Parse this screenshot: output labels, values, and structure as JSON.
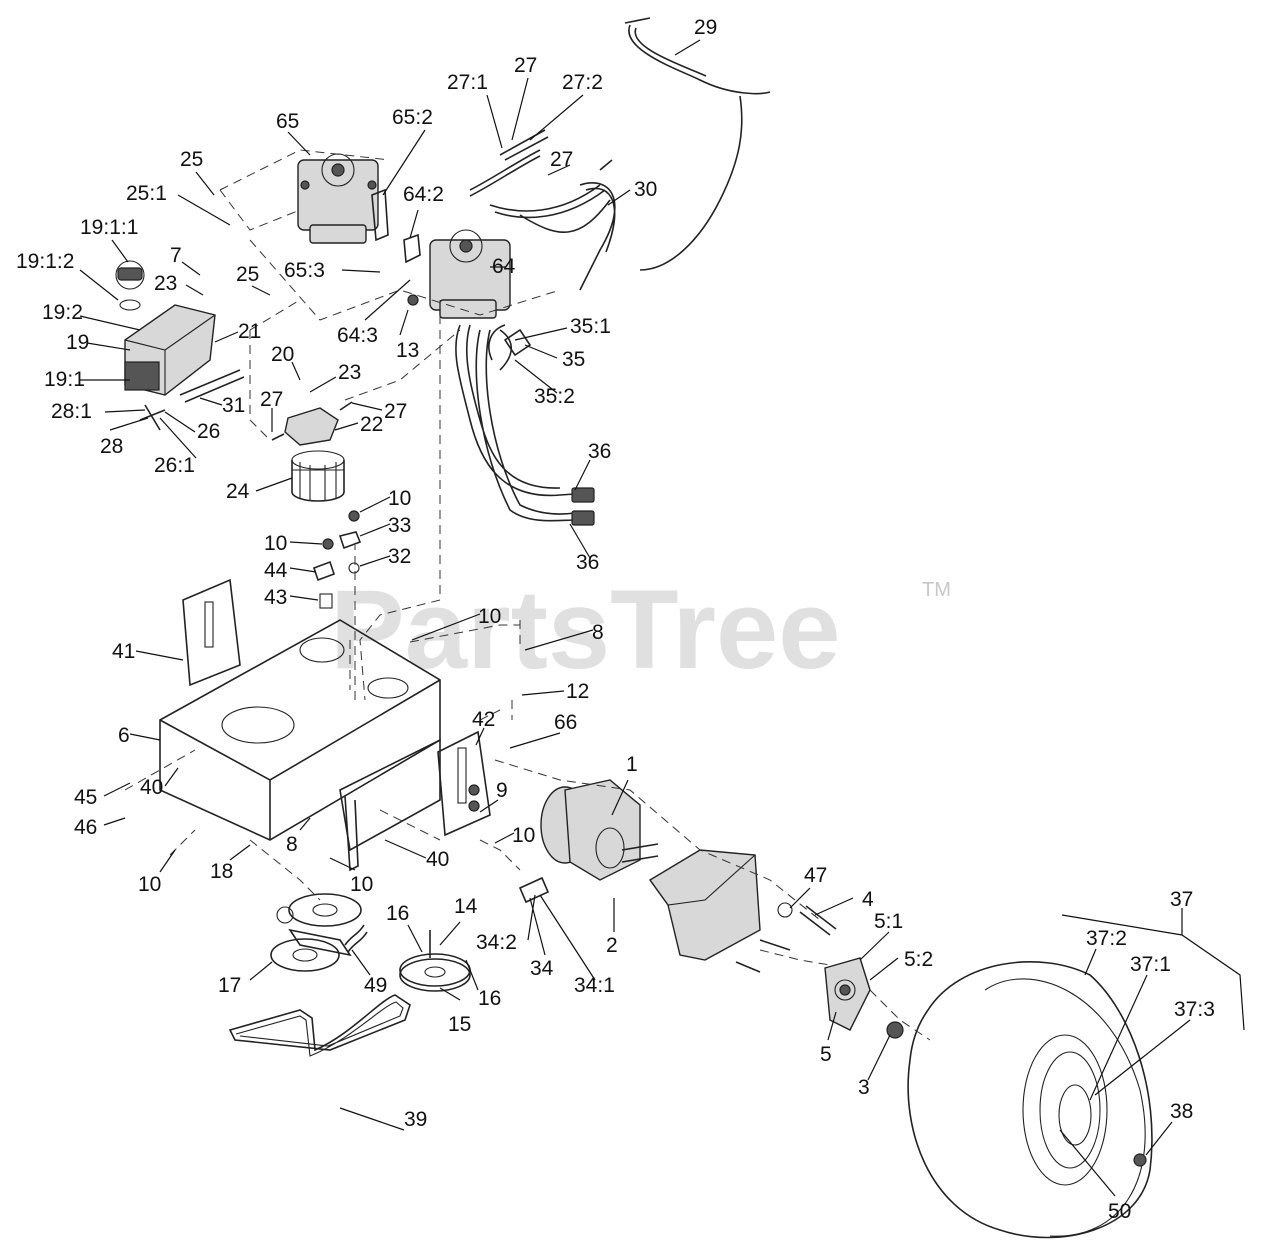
{
  "watermark": {
    "text": "PartsTree",
    "trademark": "TM"
  },
  "labels": [
    {
      "id": "29",
      "text": "29"
    },
    {
      "id": "27:1",
      "text": "27:1"
    },
    {
      "id": "27-top",
      "text": "27"
    },
    {
      "id": "27:2",
      "text": "27:2"
    },
    {
      "id": "65",
      "text": "65"
    },
    {
      "id": "65:2",
      "text": "65:2"
    },
    {
      "id": "25-top",
      "text": "25"
    },
    {
      "id": "25:1",
      "text": "25:1"
    },
    {
      "id": "27-mid",
      "text": "27"
    },
    {
      "id": "30",
      "text": "30"
    },
    {
      "id": "19:1:1",
      "text": "19:1:1"
    },
    {
      "id": "64:2",
      "text": "64:2"
    },
    {
      "id": "7",
      "text": "7"
    },
    {
      "id": "19:1:2",
      "text": "19:1:2"
    },
    {
      "id": "23-top",
      "text": "23"
    },
    {
      "id": "25-mid",
      "text": "25"
    },
    {
      "id": "65:3",
      "text": "65:3"
    },
    {
      "id": "64",
      "text": "64"
    },
    {
      "id": "19:2",
      "text": "19:2"
    },
    {
      "id": "21",
      "text": "21"
    },
    {
      "id": "64:3",
      "text": "64:3"
    },
    {
      "id": "13",
      "text": "13"
    },
    {
      "id": "35:1",
      "text": "35:1"
    },
    {
      "id": "19",
      "text": "19"
    },
    {
      "id": "20",
      "text": "20"
    },
    {
      "id": "35",
      "text": "35"
    },
    {
      "id": "19:1",
      "text": "19:1"
    },
    {
      "id": "23-mid",
      "text": "23"
    },
    {
      "id": "35:2",
      "text": "35:2"
    },
    {
      "id": "31",
      "text": "31"
    },
    {
      "id": "27-left",
      "text": "27"
    },
    {
      "id": "27-right",
      "text": "27"
    },
    {
      "id": "28:1",
      "text": "28:1"
    },
    {
      "id": "26",
      "text": "26"
    },
    {
      "id": "28",
      "text": "28"
    },
    {
      "id": "22",
      "text": "22"
    },
    {
      "id": "26:1",
      "text": "26:1"
    },
    {
      "id": "36-top",
      "text": "36"
    },
    {
      "id": "24",
      "text": "24"
    },
    {
      "id": "10-a",
      "text": "10"
    },
    {
      "id": "33",
      "text": "33"
    },
    {
      "id": "10-b",
      "text": "10"
    },
    {
      "id": "32",
      "text": "32"
    },
    {
      "id": "44",
      "text": "44"
    },
    {
      "id": "36-bot",
      "text": "36"
    },
    {
      "id": "43",
      "text": "43"
    },
    {
      "id": "10-c",
      "text": "10"
    },
    {
      "id": "8-top",
      "text": "8"
    },
    {
      "id": "41",
      "text": "41"
    },
    {
      "id": "12",
      "text": "12"
    },
    {
      "id": "42",
      "text": "42"
    },
    {
      "id": "66",
      "text": "66"
    },
    {
      "id": "6",
      "text": "6"
    },
    {
      "id": "1",
      "text": "1"
    },
    {
      "id": "45",
      "text": "45"
    },
    {
      "id": "40-left",
      "text": "40"
    },
    {
      "id": "9",
      "text": "9"
    },
    {
      "id": "10-d",
      "text": "10"
    },
    {
      "id": "46",
      "text": "46"
    },
    {
      "id": "8-bot",
      "text": "8"
    },
    {
      "id": "40-mid",
      "text": "40"
    },
    {
      "id": "10-e",
      "text": "10"
    },
    {
      "id": "18",
      "text": "18"
    },
    {
      "id": "10-f",
      "text": "10"
    },
    {
      "id": "47",
      "text": "47"
    },
    {
      "id": "4",
      "text": "4"
    },
    {
      "id": "37",
      "text": "37"
    },
    {
      "id": "16-left",
      "text": "16"
    },
    {
      "id": "14",
      "text": "14"
    },
    {
      "id": "5:1",
      "text": "5:1"
    },
    {
      "id": "37:2",
      "text": "37:2"
    },
    {
      "id": "34:2",
      "text": "34:2"
    },
    {
      "id": "2",
      "text": "2"
    },
    {
      "id": "5:2",
      "text": "5:2"
    },
    {
      "id": "37:1",
      "text": "37:1"
    },
    {
      "id": "37:3",
      "text": "37:3"
    },
    {
      "id": "17",
      "text": "17"
    },
    {
      "id": "49",
      "text": "49"
    },
    {
      "id": "16-right",
      "text": "16"
    },
    {
      "id": "34",
      "text": "34"
    },
    {
      "id": "34:1",
      "text": "34:1"
    },
    {
      "id": "15",
      "text": "15"
    },
    {
      "id": "5",
      "text": "5"
    },
    {
      "id": "3",
      "text": "3"
    },
    {
      "id": "38",
      "text": "38"
    },
    {
      "id": "39",
      "text": "39"
    },
    {
      "id": "50",
      "text": "50"
    }
  ]
}
